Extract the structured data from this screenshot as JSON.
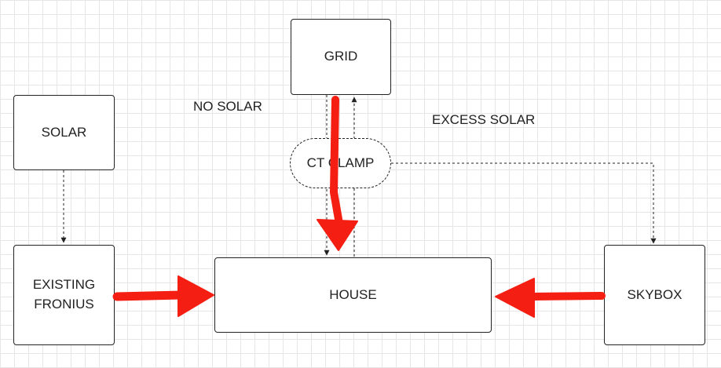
{
  "nodes": {
    "grid": "GRID",
    "solar": "SOLAR",
    "existing_fronius": "EXISTING\nFRONIUS",
    "house": "HOUSE",
    "skybox": "SKYBOX",
    "ct_clamp": "CT CLAMP"
  },
  "labels": {
    "no_solar": "NO SOLAR",
    "excess_solar": "EXCESS SOLAR"
  },
  "colors": {
    "annotation": "#f41e12",
    "line": "#222222"
  }
}
